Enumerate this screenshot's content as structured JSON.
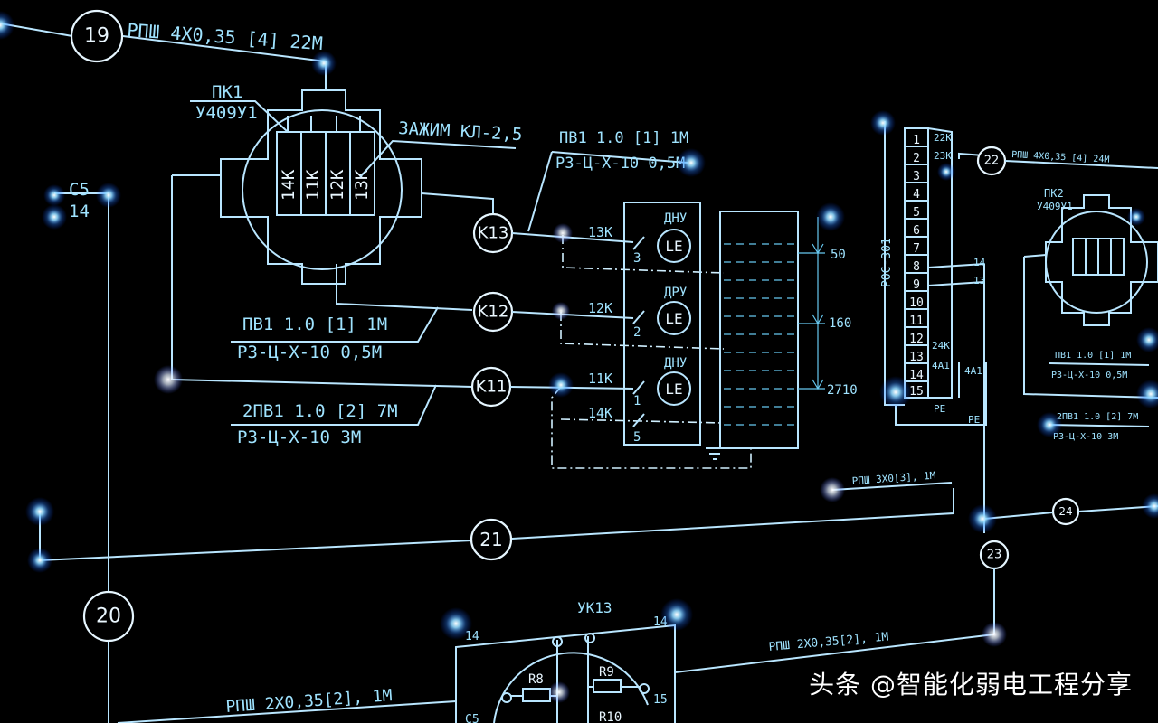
{
  "diagram": {
    "bubbles": {
      "b19": "19",
      "b20": "20",
      "b21": "21",
      "b22": "22",
      "b23": "23",
      "b24": "24",
      "k13": "K13",
      "k12": "K12",
      "k11": "K11"
    },
    "labels": {
      "cable_top": "РПШ 4X0,35 [4] 22M",
      "pk1": "ПК1",
      "u409": "У409У1",
      "zazhim": "ЗАЖИМ КЛ-2,5",
      "c5": "C5",
      "n14_left": "14",
      "pv1_top": "ПВ1 1.0 [1]  1M",
      "rz_top": "РЗ-Ц-Х-10 0,5M",
      "pv1_mid": "ПВ1 1.0 [1]  1M",
      "rz_mid": "РЗ-Ц-Х-10 0,5M",
      "pv2_bot": "2ПВ1 1.0 [2]  7M",
      "rz_bot": "РЗ-Ц-Х-10 3M",
      "t14k": "14K",
      "t13k": "13K",
      "t12k": "12K",
      "t11k": "11K",
      "t14k2": "14K",
      "dnu1": "ДНУ",
      "dru": "ДРУ",
      "dnu2": "ДНУ",
      "le1": "LE",
      "le2": "LE",
      "le3": "LE",
      "n3": "3",
      "n2": "2",
      "n1": "1",
      "n5": "5",
      "lvl50": "50",
      "lvl160": "160",
      "lvl2710": "2710",
      "ros": "РОС-301",
      "c22": "22K",
      "c23": "23K",
      "c14a": "14",
      "c13a": "13",
      "c24k": "24K",
      "c4a1": "4A1",
      "c4a2": "4A1",
      "pe1": "PE",
      "pe2": "PE",
      "rpsh_right_top": "РПШ 4X0,35 [4] 24M",
      "pk2": "ПК2",
      "u409b": "У409У1",
      "pv_right1": "ПВ1 1.0 [1]  1M",
      "rz_right1": "РЗ-Ц-Х-10 0,5M",
      "pv_right2": "2ПВ1 1.0 [2]  7M",
      "rz_right2": "РЗ-Ц-Х-10 3M",
      "rpsh_mid": "РПШ 3X0[3], 1M",
      "uk13": "УК13",
      "n14_b1": "14",
      "n14_b2": "14",
      "n15": "15",
      "c5b": "C5",
      "r8": "R8",
      "r9": "R9",
      "r10": "R10",
      "rpsh_bot_right": "РПШ 2X0,35[2], 1M",
      "rpsh_bot_left": "РПШ 2X0,35[2], 1M"
    },
    "ros_terminals": [
      "1",
      "2",
      "3",
      "4",
      "5",
      "6",
      "7",
      "8",
      "9",
      "10",
      "11",
      "12",
      "13",
      "14",
      "15"
    ],
    "pk1_terminals": [
      "14K",
      "11K",
      "12K",
      "13K"
    ]
  },
  "watermark": {
    "source": "头条",
    "handle": "@智能化弱电工程分享"
  },
  "colors": {
    "background": "#000000",
    "line": "#b9e6ff",
    "label": "#9fe3ff",
    "glow": "#3fa8ff"
  }
}
